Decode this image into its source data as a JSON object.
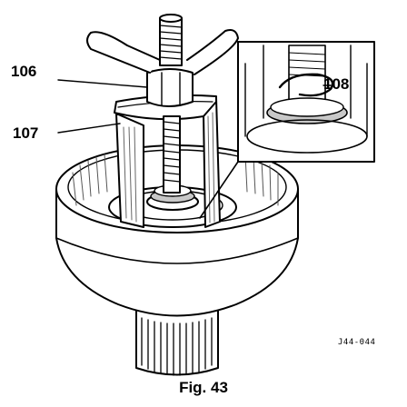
{
  "callouts": {
    "part_106": "106",
    "part_107": "107",
    "part_108": "108"
  },
  "reference_code": "J44-044",
  "caption": "Fig. 43",
  "colors": {
    "ink": "#000000",
    "paper": "#ffffff",
    "shade": "#c8c8c8"
  }
}
